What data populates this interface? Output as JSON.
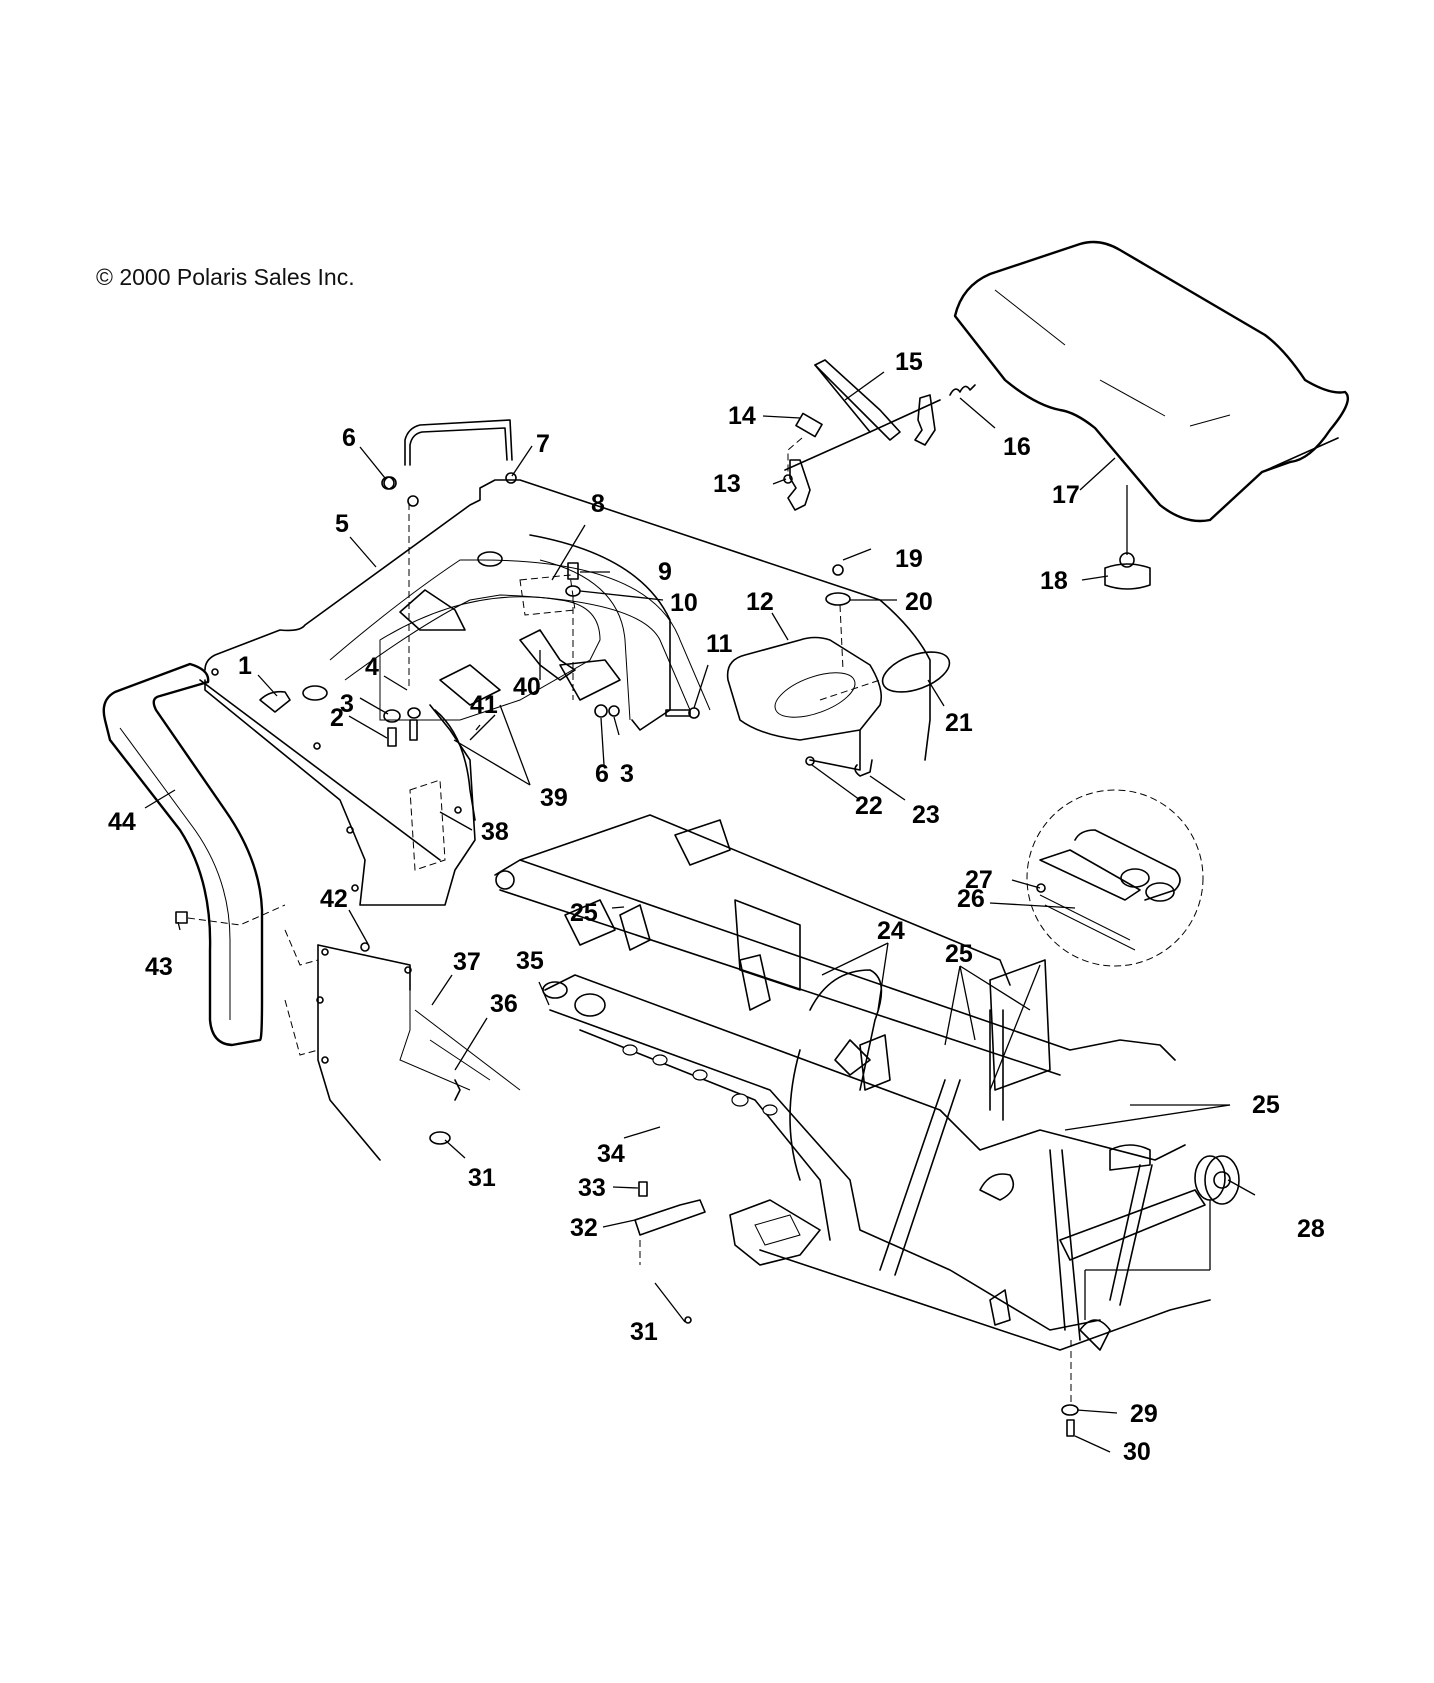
{
  "copyright": "© 2000 Polaris Sales Inc.",
  "diagram": {
    "type": "exploded-parts-view",
    "subject": "Rear rack / rear fender / seat / frame assembly",
    "callouts": [
      {
        "id": "1",
        "label": "1"
      },
      {
        "id": "2",
        "label": "2"
      },
      {
        "id": "3a",
        "label": "3"
      },
      {
        "id": "3b",
        "label": "3"
      },
      {
        "id": "4",
        "label": "4"
      },
      {
        "id": "5",
        "label": "5"
      },
      {
        "id": "6a",
        "label": "6"
      },
      {
        "id": "6b",
        "label": "6"
      },
      {
        "id": "7",
        "label": "7"
      },
      {
        "id": "8",
        "label": "8"
      },
      {
        "id": "9",
        "label": "9"
      },
      {
        "id": "10",
        "label": "10"
      },
      {
        "id": "11",
        "label": "11"
      },
      {
        "id": "12",
        "label": "12"
      },
      {
        "id": "13",
        "label": "13"
      },
      {
        "id": "14",
        "label": "14"
      },
      {
        "id": "15",
        "label": "15"
      },
      {
        "id": "16",
        "label": "16"
      },
      {
        "id": "17",
        "label": "17"
      },
      {
        "id": "18",
        "label": "18"
      },
      {
        "id": "19",
        "label": "19"
      },
      {
        "id": "20",
        "label": "20"
      },
      {
        "id": "21",
        "label": "21"
      },
      {
        "id": "22",
        "label": "22"
      },
      {
        "id": "23",
        "label": "23"
      },
      {
        "id": "24",
        "label": "24"
      },
      {
        "id": "25a",
        "label": "25"
      },
      {
        "id": "25b",
        "label": "25"
      },
      {
        "id": "25c",
        "label": "25"
      },
      {
        "id": "26",
        "label": "26"
      },
      {
        "id": "27",
        "label": "27"
      },
      {
        "id": "28",
        "label": "28"
      },
      {
        "id": "29",
        "label": "29"
      },
      {
        "id": "30",
        "label": "30"
      },
      {
        "id": "31a",
        "label": "31"
      },
      {
        "id": "31b",
        "label": "31"
      },
      {
        "id": "32",
        "label": "32"
      },
      {
        "id": "33",
        "label": "33"
      },
      {
        "id": "34",
        "label": "34"
      },
      {
        "id": "35",
        "label": "35"
      },
      {
        "id": "36",
        "label": "36"
      },
      {
        "id": "37",
        "label": "37"
      },
      {
        "id": "38",
        "label": "38"
      },
      {
        "id": "39",
        "label": "39"
      },
      {
        "id": "40",
        "label": "40"
      },
      {
        "id": "41",
        "label": "41"
      },
      {
        "id": "42",
        "label": "42"
      },
      {
        "id": "43",
        "label": "43"
      },
      {
        "id": "44",
        "label": "44"
      }
    ]
  }
}
